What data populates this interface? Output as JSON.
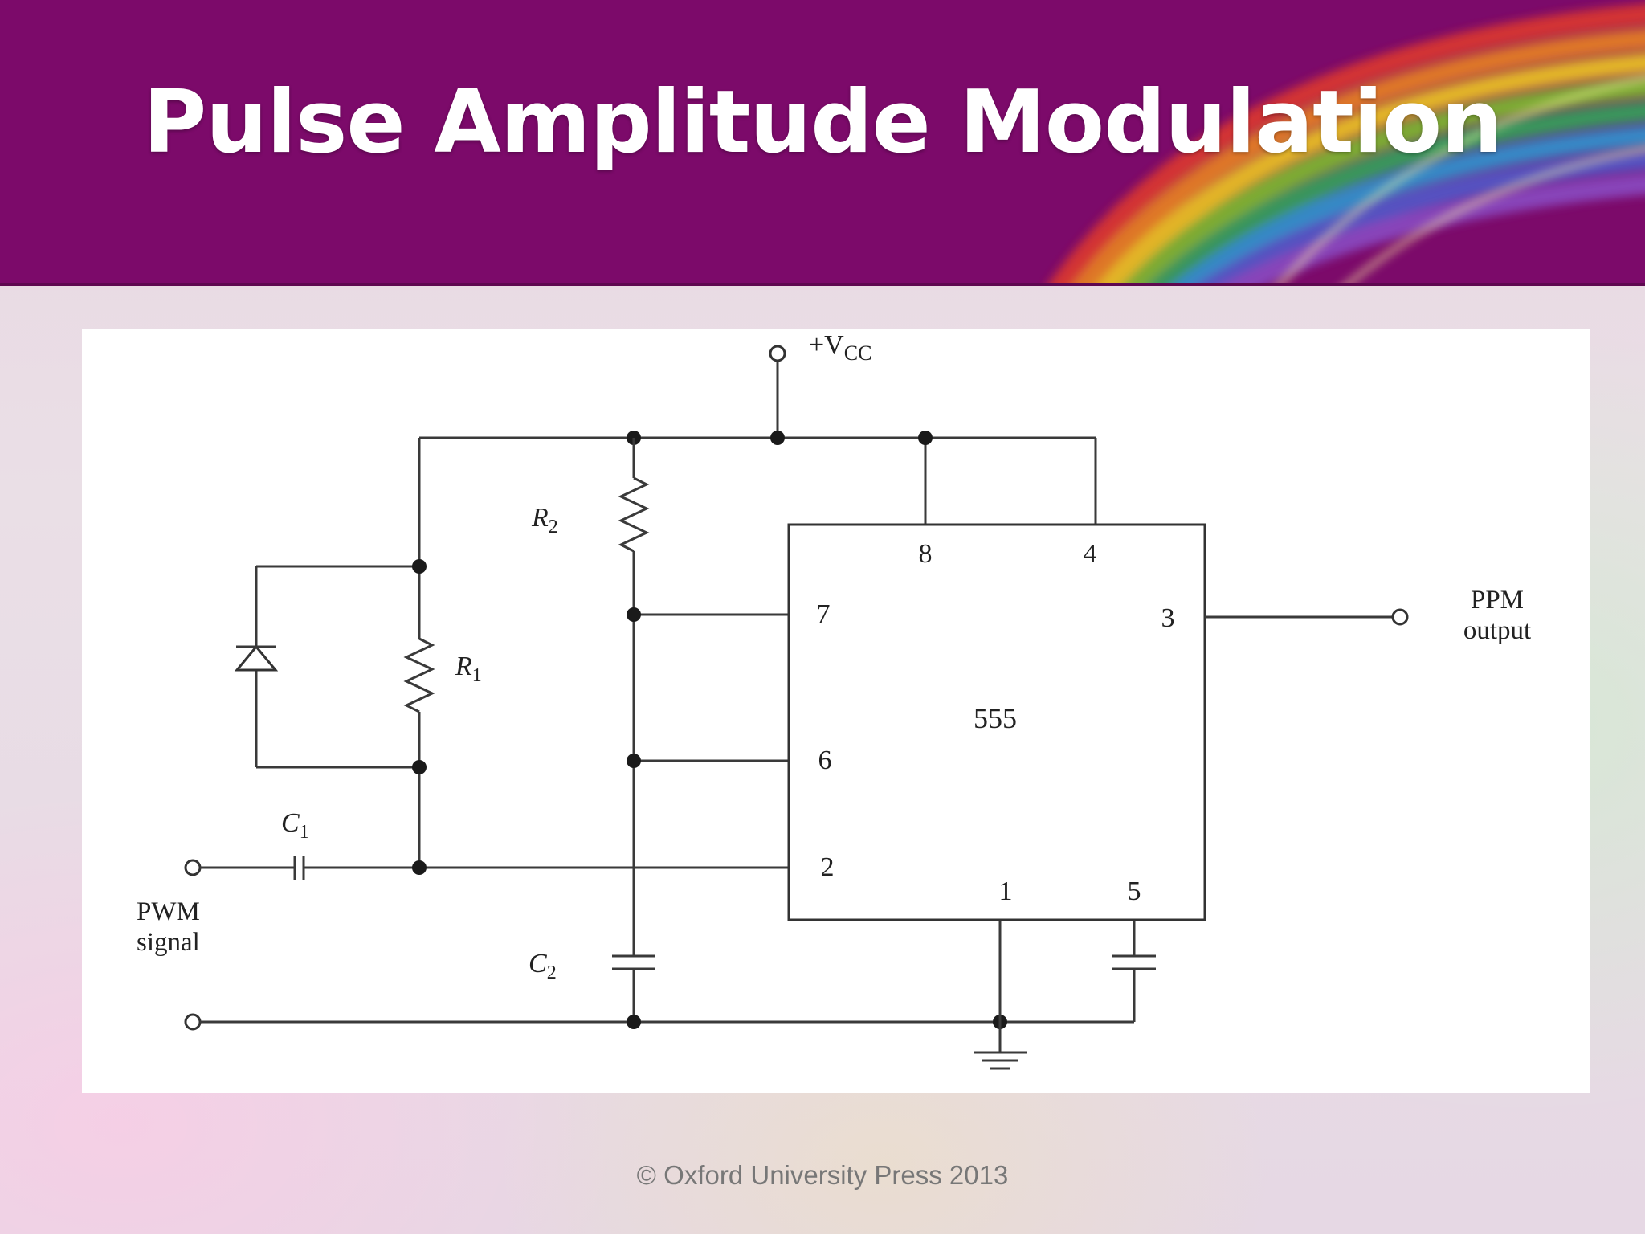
{
  "slide": {
    "title": "Pulse Amplitude Modulation",
    "footer": "© Oxford University Press 2013"
  },
  "circuit": {
    "ic_label": "555",
    "pins": {
      "p8": "8",
      "p4": "4",
      "p7": "7",
      "p3": "3",
      "p6": "6",
      "p2": "2",
      "p1": "1",
      "p5": "5"
    },
    "supply": {
      "prefix": "+V",
      "sub": "CC"
    },
    "resistors": [
      {
        "letter": "R",
        "sub": "2"
      },
      {
        "letter": "R",
        "sub": "1"
      }
    ],
    "capacitors": [
      {
        "letter": "C",
        "sub": "1"
      },
      {
        "letter": "C",
        "sub": "2"
      }
    ],
    "input_label": [
      "PWM",
      "signal"
    ],
    "output_label": [
      "PPM",
      "output"
    ]
  },
  "colors": {
    "header": "#7c0a6a",
    "title": "#ffffff",
    "panel": "#ffffff"
  }
}
